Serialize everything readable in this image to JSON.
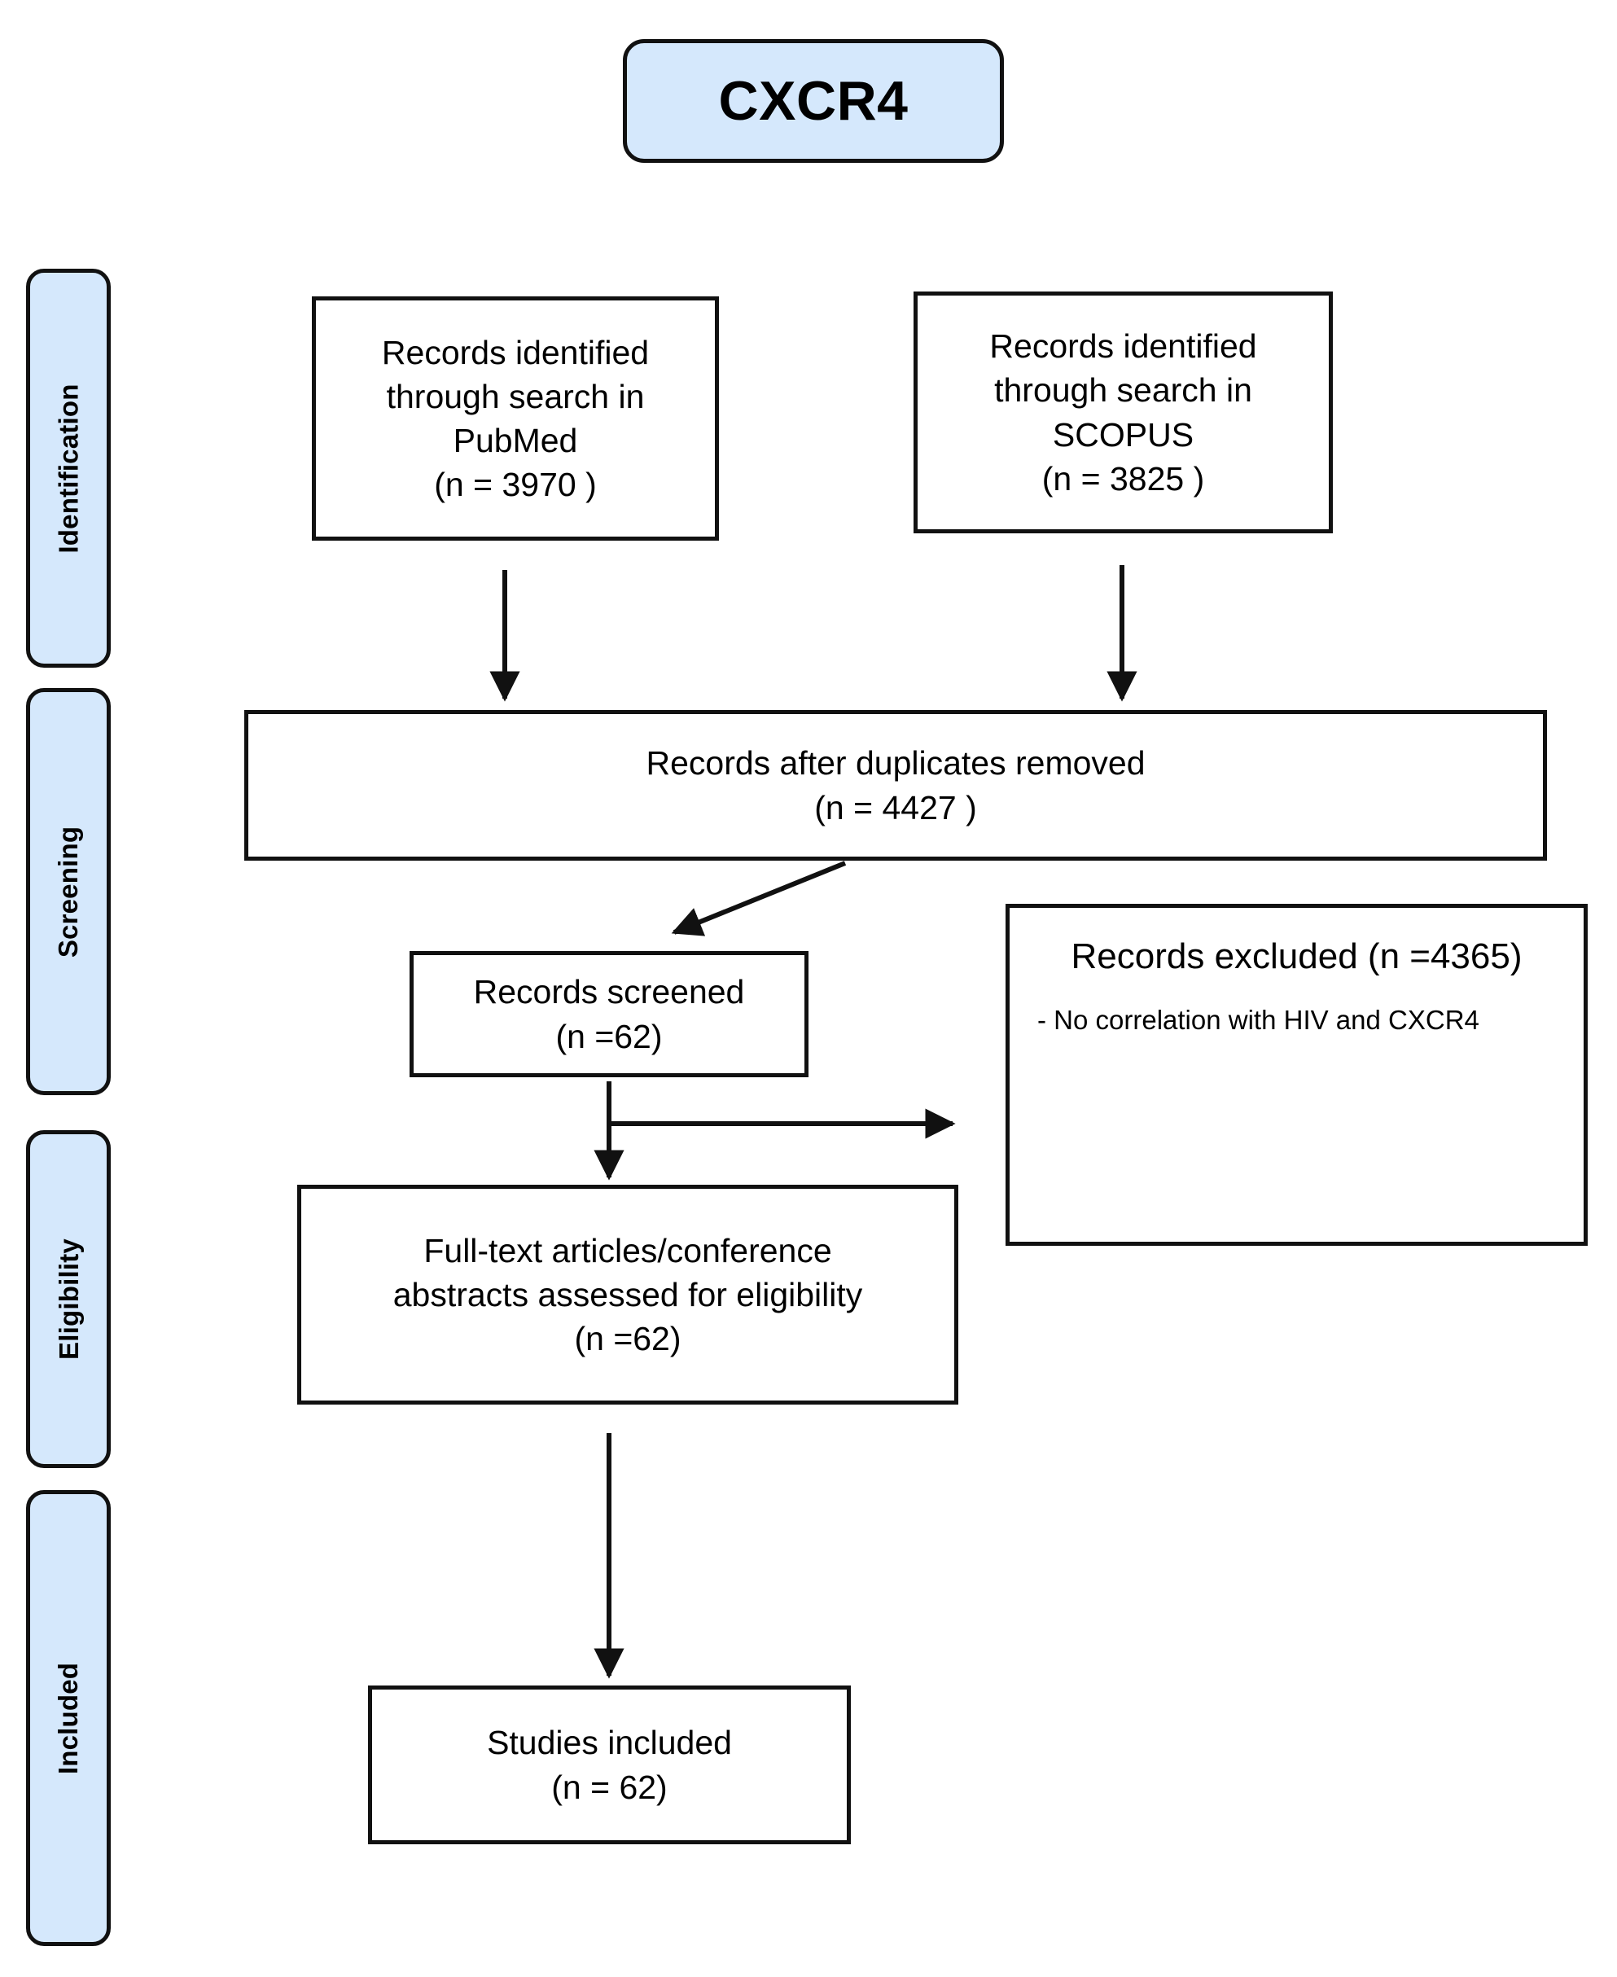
{
  "title": {
    "label": "CXCR4"
  },
  "colors": {
    "accent_fill": "#d5e8fc",
    "stroke": "#111111",
    "box_fill": "#ffffff"
  },
  "stages": [
    {
      "key": "identification",
      "label": "Identification"
    },
    {
      "key": "screening",
      "label": "Screening"
    },
    {
      "key": "eligibility",
      "label": "Eligibility"
    },
    {
      "key": "included",
      "label": "Included"
    }
  ],
  "boxes": {
    "pubmed": {
      "line1": "Records identified",
      "line2": "through search in",
      "line3": "PubMed",
      "line4": "(n = 3970 )"
    },
    "scopus": {
      "line1": "Records identified",
      "line2": "through search in",
      "line3": "SCOPUS",
      "line4": "(n = 3825 )"
    },
    "duplicates": {
      "line1": "Records after duplicates removed",
      "line2": "(n = 4427 )"
    },
    "screened": {
      "line1": "Records screened",
      "line2": "(n =62)"
    },
    "excluded": {
      "title": "Records excluded (n =4365)",
      "reason1": "- No correlation with HIV and CXCR4"
    },
    "fulltext": {
      "line1": "Full-text articles/conference",
      "line2": "abstracts assessed for eligibility",
      "line3": "(n =62)"
    },
    "studies": {
      "line1": "Studies included",
      "line2": "(n = 62)"
    }
  },
  "chart_data": {
    "type": "diagram",
    "diagram_kind": "prisma-flow",
    "title": "CXCR4",
    "nodes": [
      {
        "id": "pubmed",
        "stage": "Identification",
        "label": "Records identified through search in PubMed",
        "n": 3970
      },
      {
        "id": "scopus",
        "stage": "Identification",
        "label": "Records identified through search in SCOPUS",
        "n": 3825
      },
      {
        "id": "duplicates",
        "stage": "Screening",
        "label": "Records after duplicates removed",
        "n": 4427
      },
      {
        "id": "screened",
        "stage": "Screening",
        "label": "Records screened",
        "n": 62
      },
      {
        "id": "excluded",
        "stage": "Screening",
        "label": "Records excluded",
        "n": 4365,
        "reasons": [
          "No correlation with HIV and CXCR4"
        ]
      },
      {
        "id": "fulltext",
        "stage": "Eligibility",
        "label": "Full-text articles/conference abstracts assessed for eligibility",
        "n": 62
      },
      {
        "id": "studies",
        "stage": "Included",
        "label": "Studies included",
        "n": 62
      }
    ],
    "edges": [
      {
        "from": "pubmed",
        "to": "duplicates",
        "style": "straight-down"
      },
      {
        "from": "scopus",
        "to": "duplicates",
        "style": "straight-down"
      },
      {
        "from": "duplicates",
        "to": "screened",
        "style": "diagonal"
      },
      {
        "from": "screened",
        "to": "fulltext",
        "style": "straight-down"
      },
      {
        "from": "screened",
        "to": "excluded",
        "style": "branch-right"
      },
      {
        "from": "fulltext",
        "to": "studies",
        "style": "straight-down"
      }
    ]
  }
}
